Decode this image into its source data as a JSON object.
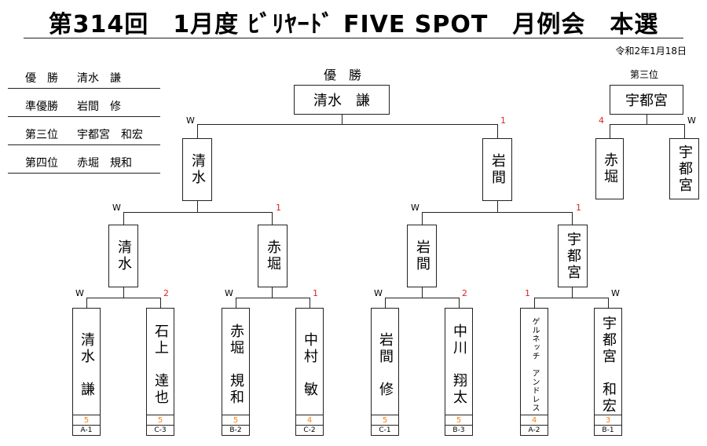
{
  "title": "第314回　1月度 ﾋﾞﾘﾔｰﾄﾞ FIVE SPOT　月例会　本選",
  "date": "令和2年1月18日",
  "results": [
    {
      "rank": "優　勝",
      "name": "清水　謙"
    },
    {
      "rank": "準優勝",
      "name": "岩間　修"
    },
    {
      "rank": "第三位",
      "name": "宇都宮　和宏"
    },
    {
      "rank": "第四位",
      "name": "赤堀　規和"
    }
  ],
  "champion_label": "優　勝",
  "champion": "清水　謙",
  "third_label": "第三位",
  "third": "宇都宮",
  "semis": {
    "left": "清水",
    "right": "岩間"
  },
  "quarters": [
    "清水",
    "赤堀",
    "岩間",
    "宇都宮"
  ],
  "third_match": [
    "赤堀",
    "宇都宮"
  ],
  "players": [
    {
      "name": "清水　謙",
      "score": "5",
      "code": "A-1"
    },
    {
      "name": "石上　達也",
      "score": "5",
      "code": "C-3"
    },
    {
      "name": "赤堀　規和",
      "score": "5",
      "code": "B-2"
    },
    {
      "name": "中村　敏",
      "score": "4",
      "code": "C-2"
    },
    {
      "name": "岩間　修",
      "score": "5",
      "code": "C-1"
    },
    {
      "name": "中川　翔太",
      "score": "5",
      "code": "B-3"
    },
    {
      "name": "ゲルネッチ　アンドレス",
      "score": "4",
      "code": "A-2"
    },
    {
      "name": "宇都宮　和宏",
      "score": "3",
      "code": "B-1"
    }
  ],
  "marks": {
    "final": [
      "W",
      "1"
    ],
    "semi_left": [
      "W",
      "1"
    ],
    "semi_right": [
      "W",
      "1"
    ],
    "r1": [
      [
        "W",
        "2"
      ],
      [
        "W",
        "1"
      ],
      [
        "W",
        "2"
      ],
      [
        "1",
        "W"
      ]
    ],
    "third": [
      "4",
      "W"
    ]
  }
}
